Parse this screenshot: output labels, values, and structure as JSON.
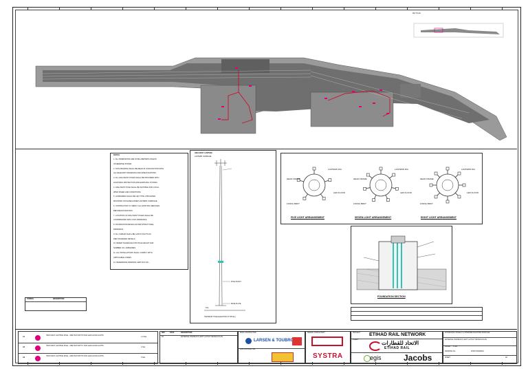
{
  "key_plan": {
    "label": "KEY PLAN"
  },
  "notes": {
    "heading": "NOTES",
    "lines": [
      "1. ALL DIMENSIONS ARE IN MILLIMETERS UNLESS",
      "   OTHERWISE STATED.",
      "2. THIS DRAWING SHALL BE READ IN CONJUNCTION WITH",
      "   ALL RELEVANT DRAWINGS AND SPECIFICATIONS.",
      "3. ALL HIGH MAST POLES SHALL BE PROVIDED WITH",
      "   LIGHTNING PROTECTION AND EARTHING SYSTEM.",
      "4. HIGH MAST POLE SHALL BE SUITABLE FOR LOCAL",
      "   WIND SPEED AND CONDITIONS.",
      "5. LUMINAIRES SHALL BE LED TYPE, IP66 RATED,",
      "   MOUNTED ON RAISE/LOWER LANTERN CARRIAGE.",
      "6. CONTRACTOR TO VERIFY ALL EXISTING SERVICES",
      "   BEFORE EXCAVATION.",
      "7. LOCATION OF HIGH MAST POLES SHALL BE",
      "   COORDINATED WITH CIVIL DRAWINGS.",
      "8. FOUNDATION DESIGN AS PER STRUCTURAL",
      "   DRAWINGS.",
      "9. ALL CABLES SHALL BE LAID IN DUCTS AS",
      "   PER STANDARD DETAILS.",
      "10. REFER SCHEDULE FOR POLE HEIGHT AND",
      "    NUMBER OF LUMINAIRES.",
      "11. ALL INSTALLATIONS SHALL COMPLY WITH",
      "    APPLICABLE CODES.",
      "12. REFERENCE DRAWING: ERP-DCC-30-..."
    ]
  },
  "pole": {
    "top_label": "HIGH MAST LANTERN",
    "label_2": "LANTERN CARRIAGE",
    "mid_label": "POLE SHAFT",
    "base_label": "BASE PLATE",
    "fgl_label": "FGL",
    "caption": "HIGHMAST POLE ELEVATION (TYPICAL)"
  },
  "arrangements": [
    {
      "caption": "FIVE LIGHT ARRANGEMENT",
      "labels": [
        "LANTERN DIA",
        "LED FLOOD",
        "FIXING BRKT",
        "HEAD FRAME"
      ]
    },
    {
      "caption": "SEVEN LIGHT ARRANGEMENT",
      "labels": [
        "LANTERN DIA",
        "LED FLOOD",
        "FIXING BRKT",
        "HEAD FRAME"
      ]
    },
    {
      "caption": "EIGHT LIGHT ARRANGEMENT",
      "labels": [
        "LANTERN DIA",
        "LED FLOOD",
        "FIXING BRKT",
        "HEAD FRAME"
      ]
    }
  ],
  "foundation": {
    "caption": "FOUNDATION SECTION"
  },
  "legend_table": {
    "headers": [
      "SYMBOL",
      "DESCRIPTION"
    ],
    "rows": [
      [
        "-",
        "-"
      ]
    ]
  },
  "schedule": {
    "rows": [
      {
        "ref": "A1",
        "desc": "HIGH MAST LIGHTING POLE - 30M HIGH WITH 8 NOS LED FLOOD LIGHTS",
        "qty": "1.0 Nos"
      },
      {
        "ref": "A2",
        "desc": "HIGH MAST LIGHTING POLE - 25M HIGH WITH 7 NOS LED FLOOD LIGHTS",
        "qty": "1 Nos"
      },
      {
        "ref": "A3",
        "desc": "HIGH MAST LIGHTING POLE - 20M HIGH WITH 5 NOS LED FLOOD LIGHTS",
        "qty": "3 Nos"
      }
    ]
  },
  "revisions": {
    "headers": [
      "REV",
      "DATE",
      "DESCRIPTION"
    ],
    "rows": [
      [
        "A0",
        "",
        "EXTERNAL HIGHMAST LIGHT LAYOUT DETAILS PLAN"
      ]
    ]
  },
  "contractors": {
    "main_contractor_label": "MAIN CONTRACTOR",
    "sub_contractor_label": "SUB CONTRACTOR",
    "design_consultant_label": "DESIGN CONSULTANT",
    "lt_name": "LARSEN & TOUBRO",
    "systra": "SYSTRA"
  },
  "title_block": {
    "project_label": "PROJECT",
    "network": "ETIHAD RAIL NETWORK",
    "client_label": "CLIENT",
    "etihad_arabic": "الاتحاد للقطارات",
    "etihad_rail": "ETIHAD RAIL",
    "egis": "egis",
    "jacobs": "Jacobs",
    "project_title": "ETIHAD RAIL STAGE 2 & UPGRADE FACILITIES PACKAGE",
    "drawing_title": "EXTERNAL HIGHMAST LIGHT LAYOUT DETAILS PLAN",
    "scale_label": "SCALE",
    "scale_value": "1:500",
    "drawing_no_label": "DRAWING No.",
    "sheet_label": "SHEET",
    "rev_value": "A0",
    "status": "SHOP DRAWING"
  },
  "colors": {
    "line": "#222222",
    "plan_fill": "#7a7a7a",
    "highlight": "#e0007a",
    "route": "#c8102e"
  }
}
